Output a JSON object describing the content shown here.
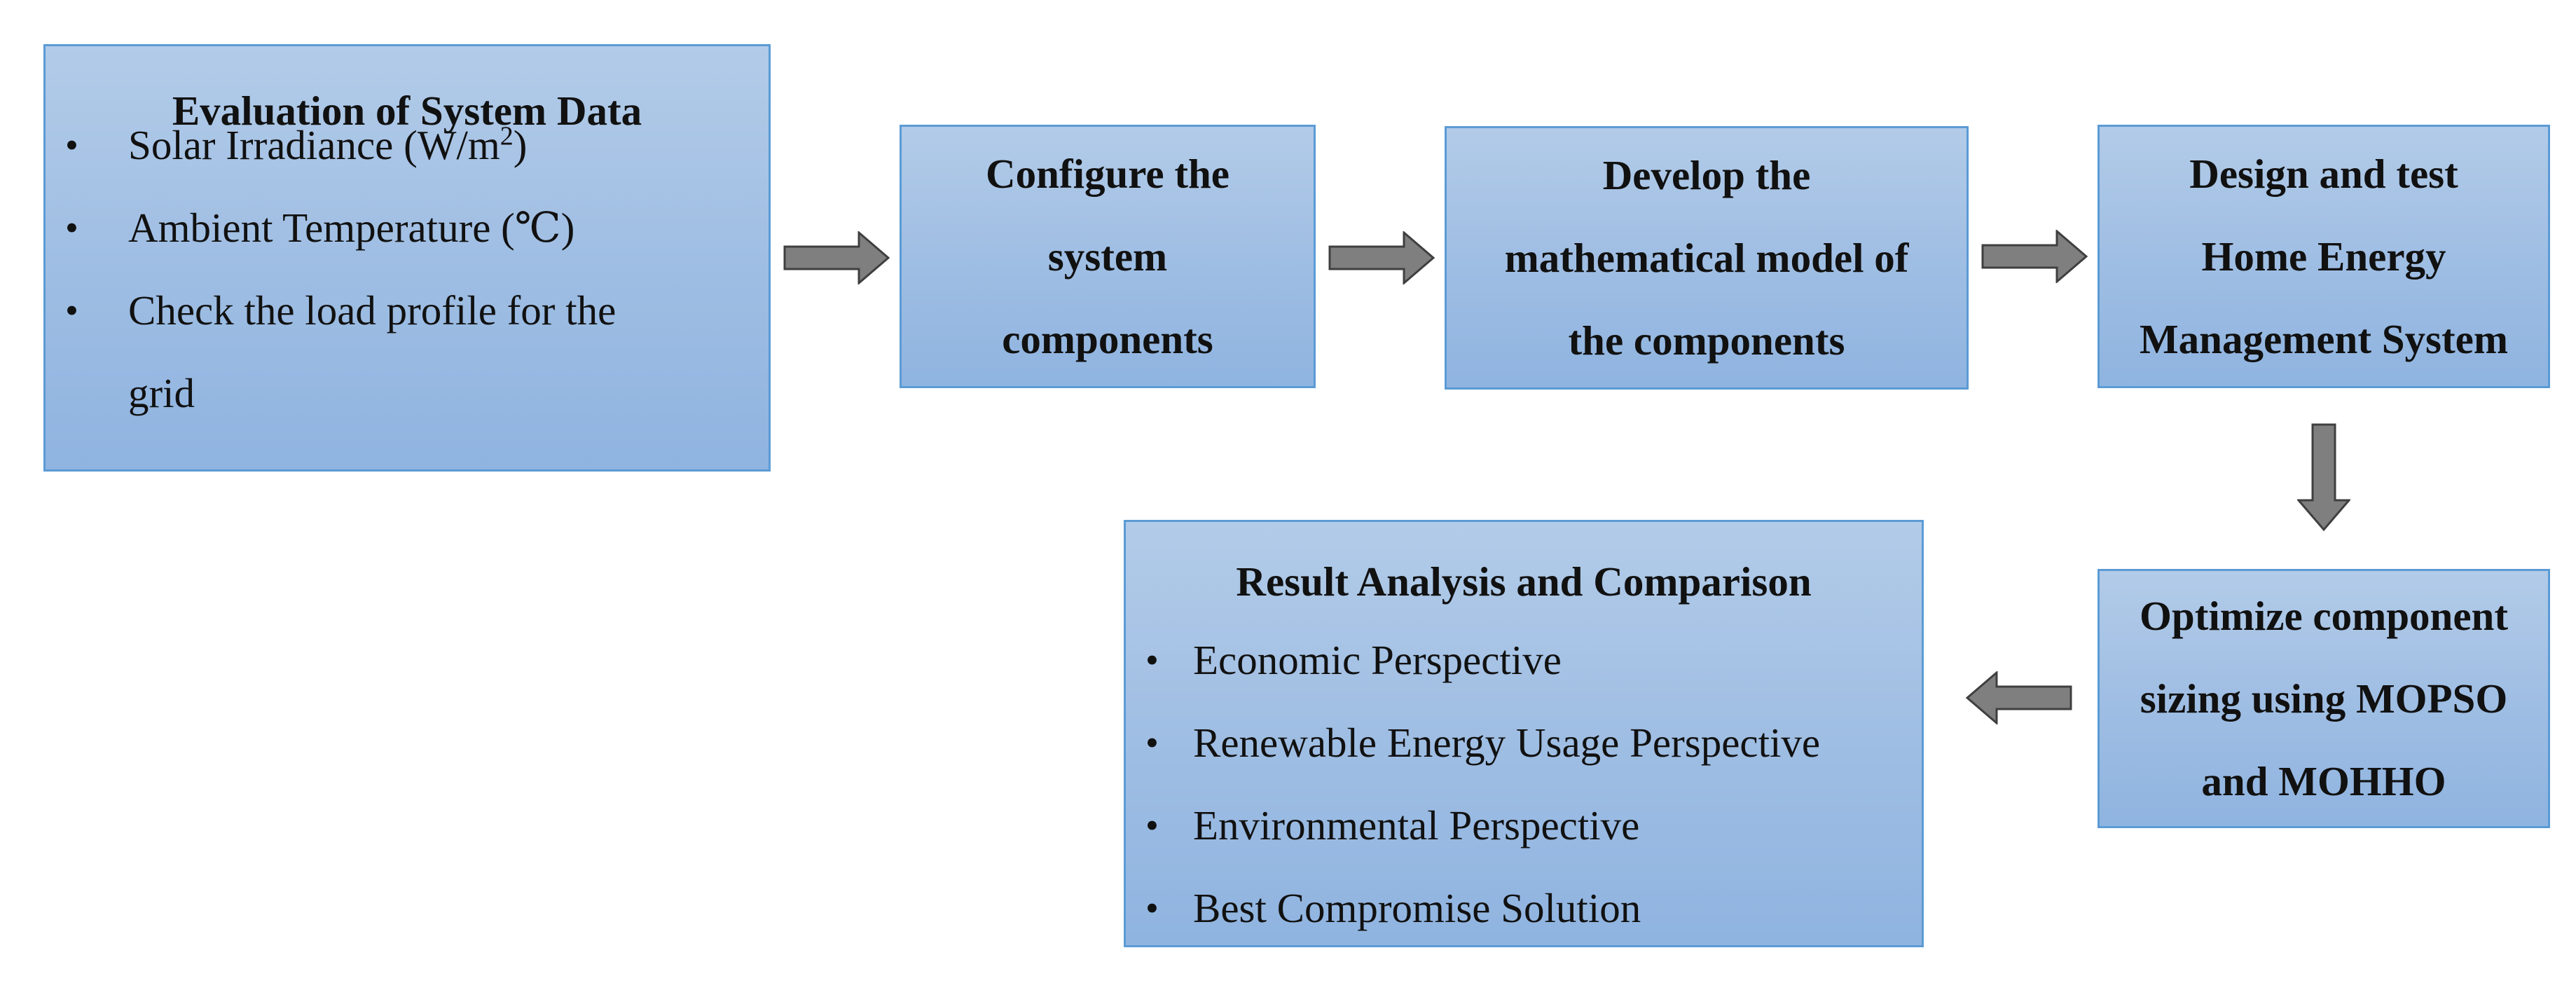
{
  "diagram": {
    "evaluation": {
      "title": "Evaluation of System Data",
      "items": [
        {
          "text": "Solar Irradiance (W/m",
          "sup": "2",
          "tail": ")"
        },
        {
          "text": "Ambient Temperature (℃)"
        },
        {
          "text": "Check the load profile for the"
        },
        {
          "text": "grid"
        }
      ]
    },
    "configure": {
      "title": "Configure the\nsystem\ncomponents"
    },
    "develop": {
      "title": "Develop the\nmathematical model of\nthe components"
    },
    "design": {
      "title": "Design and test\nHome Energy\nManagement System"
    },
    "optimize": {
      "title": "Optimize component\nsizing using MOPSO\nand MOHHO"
    },
    "result": {
      "title": "Result Analysis and Comparison",
      "items": [
        {
          "text": "Economic Perspective"
        },
        {
          "text": "Renewable Energy Usage Perspective"
        },
        {
          "text": "Environmental Perspective"
        },
        {
          "text": "Best Compromise Solution"
        }
      ]
    },
    "bullet_char": "•",
    "colors": {
      "box_border": "#5b9bd5",
      "box_fill_top": "#b2cbe8",
      "box_fill_bottom": "#8fb4e0",
      "arrow_fill": "#7f7f7f",
      "arrow_stroke": "#3f3f3f"
    }
  }
}
